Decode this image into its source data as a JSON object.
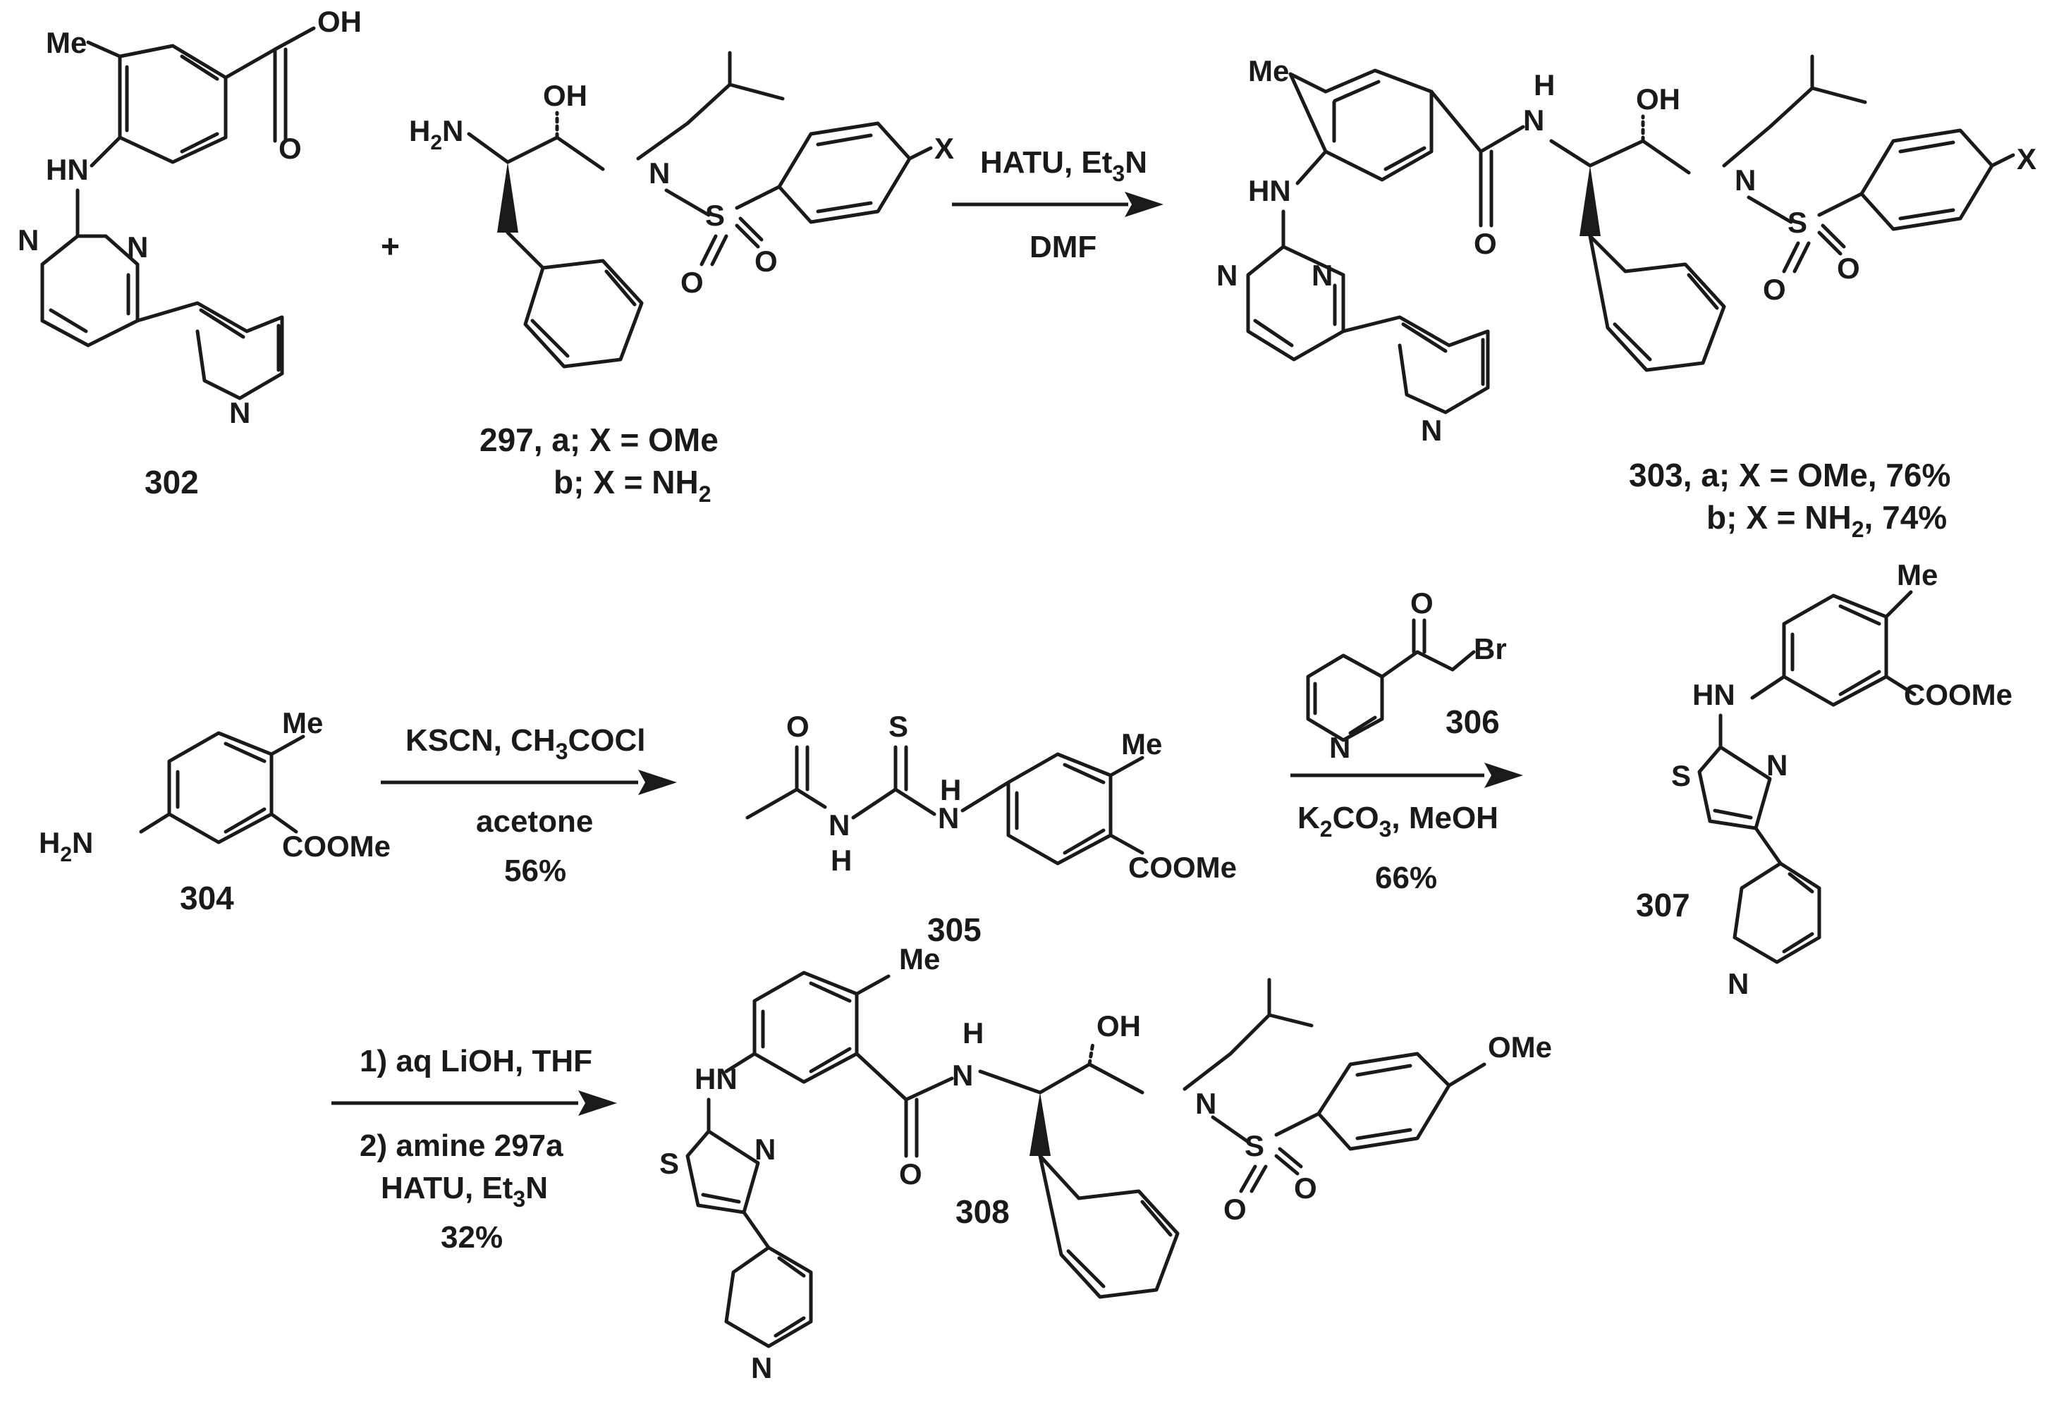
{
  "compounds": {
    "c302": {
      "label": "302"
    },
    "c297": {
      "label": "297, a; X = OMe",
      "label_b": "b; X = NH",
      "sub2": "2"
    },
    "c303": {
      "label": "303, a; X = OMe, 76%",
      "label_b": "b; X = NH",
      "sub2": "2",
      "yield_b": ", 74%"
    },
    "c304": {
      "label": "304"
    },
    "c305": {
      "label": "305"
    },
    "c306": {
      "label": "306"
    },
    "c307": {
      "label": "307"
    },
    "c308": {
      "label": "308"
    }
  },
  "atoms": {
    "me": "Me",
    "hn": "HN",
    "n": "N",
    "h": "H",
    "oh": "OH",
    "o": "O",
    "s": "S",
    "x": "X",
    "br": "Br",
    "cooh": "OH",
    "coome": "COOMe",
    "ome": "OMe",
    "h2n": "H",
    "h2n_sub": "2",
    "h2n_n": "N",
    "plus": "+"
  },
  "reactions": {
    "r1": {
      "above": "HATU, Et",
      "above_sub": "3",
      "above_end": "N",
      "below": "DMF"
    },
    "r2": {
      "above": "KSCN, CH",
      "above_sub": "3",
      "above_end": "COCl",
      "below": "acetone",
      "yield": "56%"
    },
    "r3": {
      "below": "K",
      "below_sub": "2",
      "below_mid": "CO",
      "below_sub2": "3",
      "below_end": ", MeOH",
      "yield": "66%"
    },
    "r4": {
      "step1": "1) aq LiOH, THF",
      "step2": "2) amine 297a",
      "step3": "HATU, Et",
      "step3_sub": "3",
      "step3_end": "N",
      "yield": "32%"
    }
  }
}
